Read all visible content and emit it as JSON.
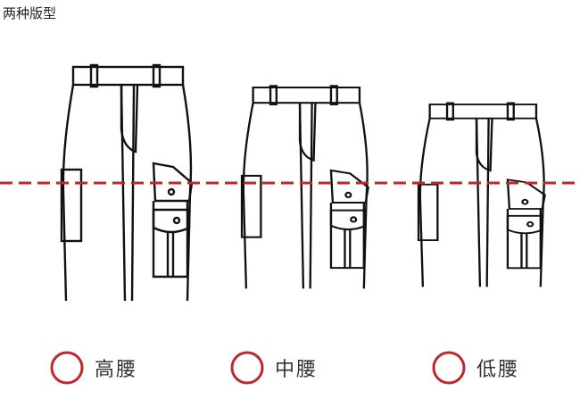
{
  "title": "两种版型",
  "colors": {
    "accent": "#c0272d",
    "line": "#111111"
  },
  "options": [
    {
      "label": "高腰",
      "icon": "radio-circle-icon"
    },
    {
      "label": "中腰",
      "icon": "radio-circle-icon"
    },
    {
      "label": "低腰",
      "icon": "radio-circle-icon"
    }
  ]
}
